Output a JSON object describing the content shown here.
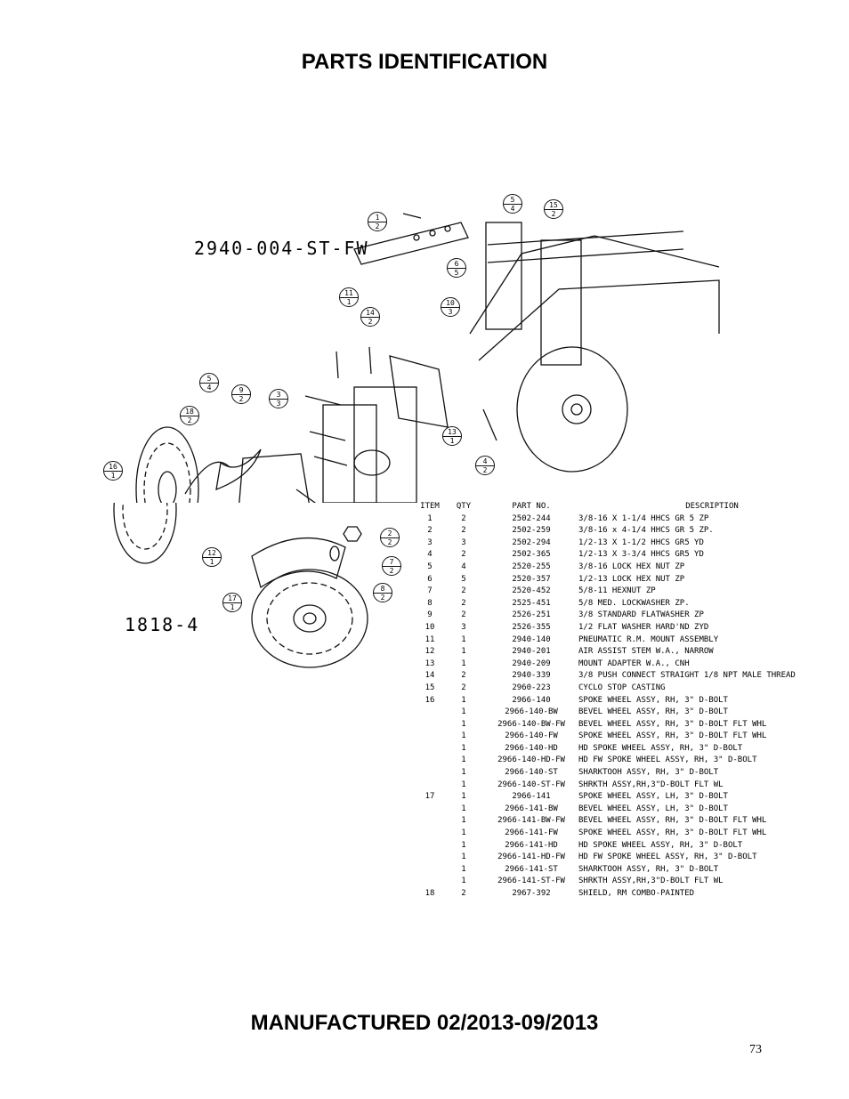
{
  "header": {
    "title": "PARTS IDENTIFICATION"
  },
  "footer": {
    "manufactured": "MANUFACTURED 02/2013-09/2013",
    "page_number": "73"
  },
  "drawing": {
    "model_label": "2940-004-ST-FW",
    "sub_label": "1818-4",
    "callouts": [
      {
        "item": "1",
        "qty": "2"
      },
      {
        "item": "5",
        "qty": "4"
      },
      {
        "item": "15",
        "qty": "2"
      },
      {
        "item": "6",
        "qty": "5"
      },
      {
        "item": "11",
        "qty": "1"
      },
      {
        "item": "10",
        "qty": "3"
      },
      {
        "item": "14",
        "qty": "2"
      },
      {
        "item": "5",
        "qty": "4"
      },
      {
        "item": "9",
        "qty": "2"
      },
      {
        "item": "3",
        "qty": "3"
      },
      {
        "item": "18",
        "qty": "2"
      },
      {
        "item": "13",
        "qty": "1"
      },
      {
        "item": "4",
        "qty": "2"
      },
      {
        "item": "16",
        "qty": "1"
      },
      {
        "item": "2",
        "qty": "2"
      },
      {
        "item": "12",
        "qty": "1"
      },
      {
        "item": "7",
        "qty": "2"
      },
      {
        "item": "8",
        "qty": "2"
      },
      {
        "item": "17",
        "qty": "1"
      }
    ]
  },
  "parts_table": {
    "headers": {
      "item": "ITEM",
      "qty": "QTY",
      "part": "PART NO.",
      "desc": "DESCRIPTION"
    },
    "rows": [
      {
        "item": "1",
        "qty": "2",
        "part": "2502-244",
        "desc": "3/8-16 X 1-1/4 HHCS GR 5 ZP"
      },
      {
        "item": "2",
        "qty": "2",
        "part": "2502-259",
        "desc": "3/8-16 x 4-1/4 HHCS GR 5 ZP."
      },
      {
        "item": "3",
        "qty": "3",
        "part": "2502-294",
        "desc": "1/2-13 X 1-1/2 HHCS GR5 YD"
      },
      {
        "item": "4",
        "qty": "2",
        "part": "2502-365",
        "desc": "1/2-13 X 3-3/4 HHCS GR5 YD"
      },
      {
        "item": "5",
        "qty": "4",
        "part": "2520-255",
        "desc": "3/8-16 LOCK HEX NUT ZP"
      },
      {
        "item": "6",
        "qty": "5",
        "part": "2520-357",
        "desc": "1/2-13 LOCK HEX NUT ZP"
      },
      {
        "item": "7",
        "qty": "2",
        "part": "2520-452",
        "desc": "5/8-11 HEXNUT ZP"
      },
      {
        "item": "8",
        "qty": "2",
        "part": "2525-451",
        "desc": "5/8 MED. LOCKWASHER ZP."
      },
      {
        "item": "9",
        "qty": "2",
        "part": "2526-251",
        "desc": "3/8 STANDARD FLATWASHER ZP"
      },
      {
        "item": "10",
        "qty": "3",
        "part": "2526-355",
        "desc": "1/2 FLAT WASHER HARD'ND ZYD"
      },
      {
        "item": "11",
        "qty": "1",
        "part": "2940-140",
        "desc": "PNEUMATIC R.M. MOUNT ASSEMBLY"
      },
      {
        "item": "12",
        "qty": "1",
        "part": "2940-201",
        "desc": "AIR ASSIST STEM W.A., NARROW"
      },
      {
        "item": "13",
        "qty": "1",
        "part": "2940-209",
        "desc": "MOUNT ADAPTER W.A., CNH"
      },
      {
        "item": "14",
        "qty": "2",
        "part": "2940-339",
        "desc": "3/8 PUSH CONNECT STRAIGHT 1/8 NPT MALE THREAD"
      },
      {
        "item": "15",
        "qty": "2",
        "part": "2960-223",
        "desc": "CYCLO STOP CASTING"
      },
      {
        "item": "16",
        "qty": "1",
        "part": "2966-140",
        "desc": "SPOKE WHEEL ASSY, RH, 3\" D-BOLT"
      },
      {
        "item": "",
        "qty": "1",
        "part": "2966-140-BW",
        "desc": "BEVEL WHEEL ASSY, RH, 3\" D-BOLT"
      },
      {
        "item": "",
        "qty": "1",
        "part": "2966-140-BW-FW",
        "desc": "BEVEL WHEEL ASSY, RH, 3\" D-BOLT FLT WHL"
      },
      {
        "item": "",
        "qty": "1",
        "part": "2966-140-FW",
        "desc": "SPOKE WHEEL ASSY, RH, 3\" D-BOLT FLT WHL"
      },
      {
        "item": "",
        "qty": "1",
        "part": "2966-140-HD",
        "desc": "HD SPOKE WHEEL ASSY, RH, 3\" D-BOLT"
      },
      {
        "item": "",
        "qty": "1",
        "part": "2966-140-HD-FW",
        "desc": "HD FW SPOKE WHEEL ASSY, RH, 3\" D-BOLT"
      },
      {
        "item": "",
        "qty": "1",
        "part": "2966-140-ST",
        "desc": "SHARKTOOH ASSY, RH, 3\" D-BOLT"
      },
      {
        "item": "",
        "qty": "1",
        "part": "2966-140-ST-FW",
        "desc": "SHRKTH ASSY,RH,3\"D-BOLT FLT WL"
      },
      {
        "item": "17",
        "qty": "1",
        "part": "2966-141",
        "desc": "SPOKE WHEEL ASSY, LH, 3\" D-BOLT"
      },
      {
        "item": "",
        "qty": "1",
        "part": "2966-141-BW",
        "desc": "BEVEL WHEEL ASSY, LH, 3\" D-BOLT"
      },
      {
        "item": "",
        "qty": "1",
        "part": "2966-141-BW-FW",
        "desc": "BEVEL WHEEL ASSY, RH, 3\" D-BOLT FLT WHL"
      },
      {
        "item": "",
        "qty": "1",
        "part": "2966-141-FW",
        "desc": "SPOKE WHEEL ASSY, RH, 3\" D-BOLT FLT WHL"
      },
      {
        "item": "",
        "qty": "1",
        "part": "2966-141-HD",
        "desc": "HD SPOKE WHEEL ASSY, RH, 3\" D-BOLT"
      },
      {
        "item": "",
        "qty": "1",
        "part": "2966-141-HD-FW",
        "desc": "HD FW SPOKE WHEEL ASSY, RH, 3\" D-BOLT"
      },
      {
        "item": "",
        "qty": "1",
        "part": "2966-141-ST",
        "desc": "SHARKTOOH ASSY, RH, 3\" D-BOLT"
      },
      {
        "item": "",
        "qty": "1",
        "part": "2966-141-ST-FW",
        "desc": "SHRKTH ASSY,RH,3\"D-BOLT FLT WL"
      },
      {
        "item": "18",
        "qty": "2",
        "part": "2967-392",
        "desc": "SHIELD, RM COMBO-PAINTED"
      }
    ]
  }
}
